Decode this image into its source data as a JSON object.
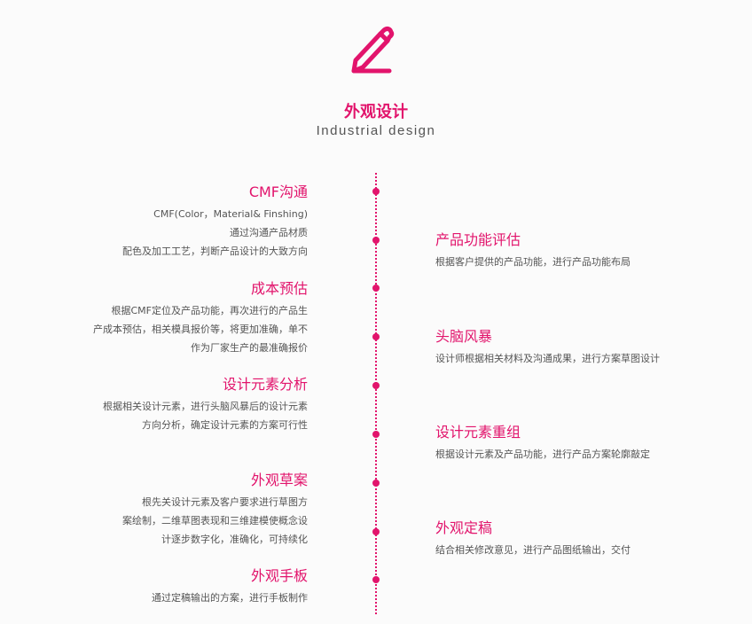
{
  "header": {
    "title_cn": "外观设计",
    "title_en": "Industrial design",
    "icon": "pencil-icon"
  },
  "accent_color": "#e2146c",
  "left_items": [
    {
      "title": "CMF沟通",
      "lines": [
        "CMF(Color，Material& Finshing)",
        "通过沟通产品材质",
        "配色及加工工艺，判断产品设计的大致方向"
      ]
    },
    {
      "title": "成本预估",
      "lines": [
        "根据CMF定位及产品功能，再次进行的产品生",
        "产成本预估，相关模具报价等，将更加准确，单不",
        "作为厂家生产的最准确报价"
      ]
    },
    {
      "title": "设计元素分析",
      "lines": [
        "根据相关设计元素，进行头脑风暴后的设计元素",
        "方向分析，确定设计元素的方案可行性"
      ]
    },
    {
      "title": "外观草案",
      "lines": [
        "根先关设计元素及客户要求进行草图方",
        "案绘制，二维草图表现和三维建模使概念设",
        "计逐步数字化，准确化，可持续化"
      ]
    },
    {
      "title": "外观手板",
      "lines": [
        "通过定稿输出的方案，进行手板制作"
      ]
    }
  ],
  "right_items": [
    {
      "title": "产品功能评估",
      "lines": [
        "根据客户提供的产品功能，进行产品功能布局"
      ]
    },
    {
      "title": "头脑风暴",
      "lines": [
        "设计师根据相关材料及沟通成果，进行方案草图设计"
      ]
    },
    {
      "title": "设计元素重组",
      "lines": [
        "根据设计元素及产品功能，进行产品方案轮廓敲定"
      ]
    },
    {
      "title": "外观定稿",
      "lines": [
        "结合相关修改意见，进行产品图纸输出，交付"
      ]
    }
  ]
}
